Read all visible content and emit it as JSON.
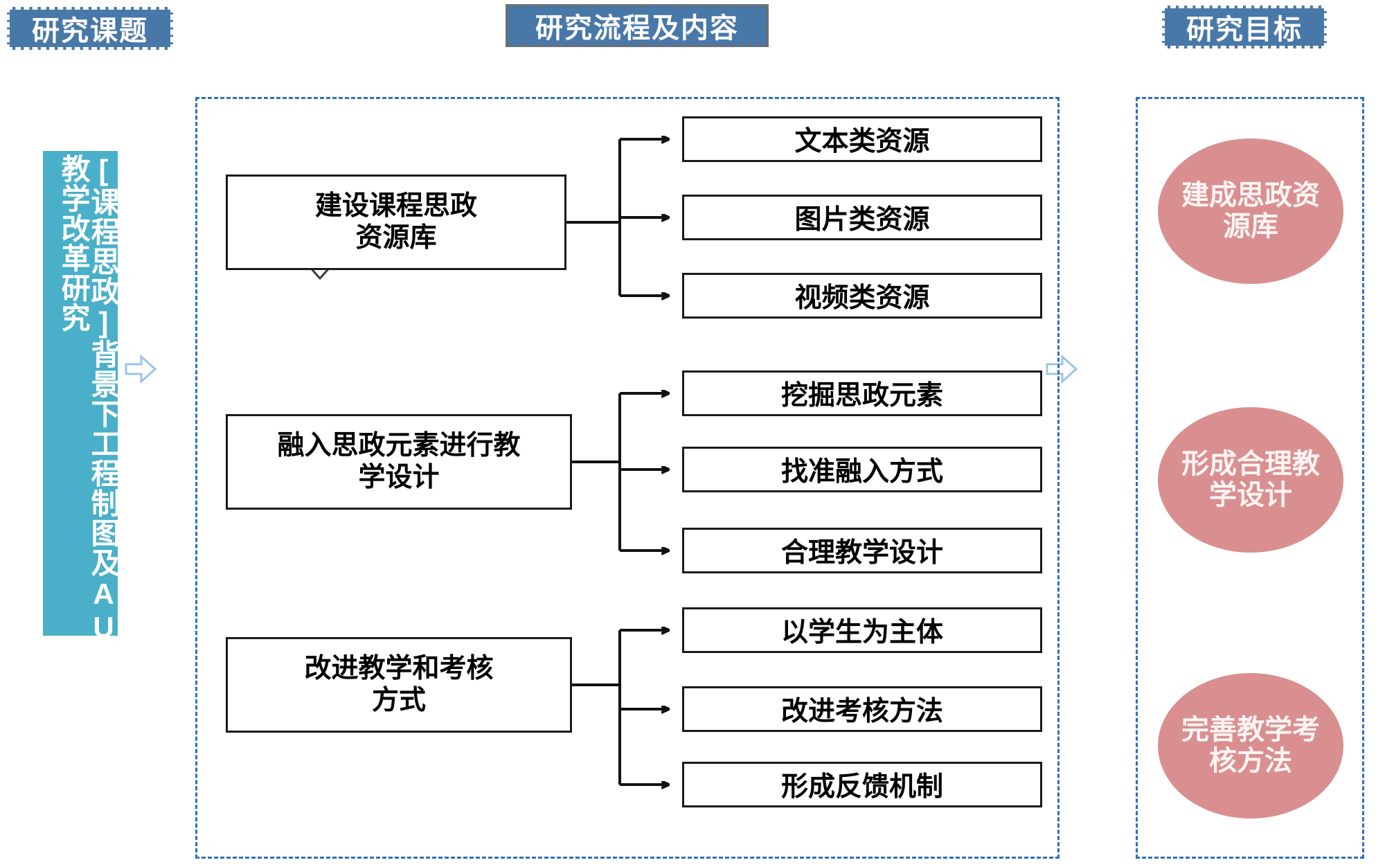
{
  "headers": {
    "topic": "研究课题",
    "process": "研究流程及内容",
    "goal": "研究目标"
  },
  "topic_panel": {
    "line1": "[课程思政]背景下工程制图及AUTOCAD的",
    "line2": "教学改革研究"
  },
  "process": {
    "stages": [
      {
        "label": "建设课程思政\n资源库",
        "subs": [
          "文本类资源",
          "图片类资源",
          "视频类资源"
        ]
      },
      {
        "label": "融入思政元素进行教\n学设计",
        "subs": [
          "挖掘思政元素",
          "找准融入方式",
          "合理教学设计"
        ]
      },
      {
        "label": "改进教学和考核\n方式",
        "subs": [
          "以学生为主体",
          "改进考核方法",
          "形成反馈机制"
        ]
      }
    ]
  },
  "goals": [
    "建成思政资源库",
    "形成合理教学设计",
    "完善教学考核方法"
  ],
  "colors": {
    "header_blue": "#4878a8",
    "panel_teal": "#4aafc8",
    "oval_rose": "#d98f90",
    "dashed_blue": "#2f6fba",
    "hollow_arrow_stroke": "#9dc3e6",
    "box_border": "#1a1a1a"
  },
  "icons": {
    "arrow_topic_to_process": "hollow-right-arrow-icon",
    "arrow_process_to_goal": "hollow-right-arrow-icon",
    "arrow_stage_down_1": "hollow-down-arrow-icon",
    "arrow_stage_down_2": "hollow-down-arrow-icon",
    "branch_arrow": "branch-arrow-icon"
  }
}
